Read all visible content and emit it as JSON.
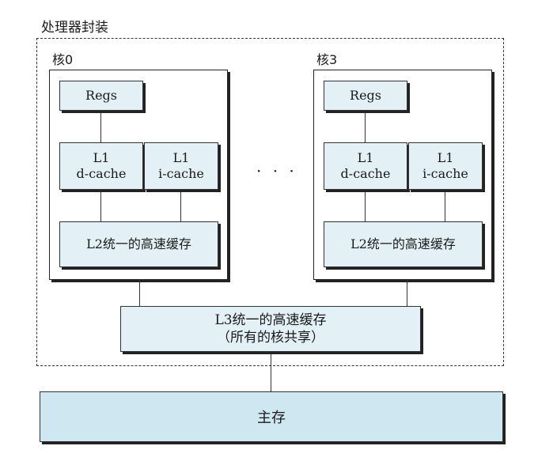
{
  "package": {
    "title": "处理器封装"
  },
  "cores": [
    {
      "label": "核0",
      "regs": "Regs",
      "dcache": [
        "L1",
        "d-cache"
      ],
      "icache": [
        "L1",
        "i-cache"
      ],
      "l2": "L2统一的高速缓存"
    },
    {
      "label": "核3",
      "regs": "Regs",
      "dcache": [
        "L1",
        "d-cache"
      ],
      "icache": [
        "L1",
        "i-cache"
      ],
      "l2": "L2统一的高速缓存"
    }
  ],
  "ellipsis": "· · ·",
  "l3": {
    "line1": "L3统一的高速缓存",
    "line2": "（所有的核共享）"
  },
  "main_memory": "主存"
}
